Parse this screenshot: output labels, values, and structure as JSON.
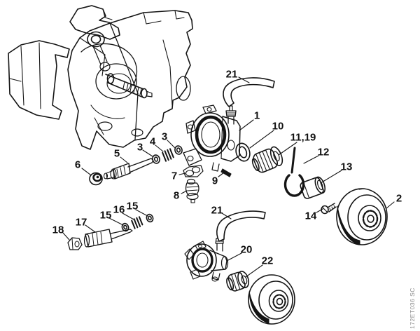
{
  "diagram": {
    "type": "exploded-parts-diagram",
    "watermark": "172ET036 SC",
    "ink": "#141414",
    "background": "#ffffff",
    "callouts": [
      {
        "id": "21-top",
        "text": "21"
      },
      {
        "id": "1",
        "text": "1"
      },
      {
        "id": "10",
        "text": "10"
      },
      {
        "id": "11-19",
        "text": "11,19"
      },
      {
        "id": "12",
        "text": "12"
      },
      {
        "id": "13",
        "text": "13"
      },
      {
        "id": "2",
        "text": "2"
      },
      {
        "id": "14",
        "text": "14"
      },
      {
        "id": "6",
        "text": "6"
      },
      {
        "id": "5",
        "text": "5"
      },
      {
        "id": "3-left",
        "text": "3"
      },
      {
        "id": "4",
        "text": "4"
      },
      {
        "id": "3-right",
        "text": "3"
      },
      {
        "id": "7",
        "text": "7"
      },
      {
        "id": "9",
        "text": "9"
      },
      {
        "id": "8",
        "text": "8"
      },
      {
        "id": "18",
        "text": "18"
      },
      {
        "id": "17",
        "text": "17"
      },
      {
        "id": "15-left",
        "text": "15"
      },
      {
        "id": "16",
        "text": "16"
      },
      {
        "id": "15-right",
        "text": "15"
      },
      {
        "id": "21-bottom",
        "text": "21"
      },
      {
        "id": "20",
        "text": "20"
      },
      {
        "id": "22",
        "text": "22"
      }
    ]
  }
}
